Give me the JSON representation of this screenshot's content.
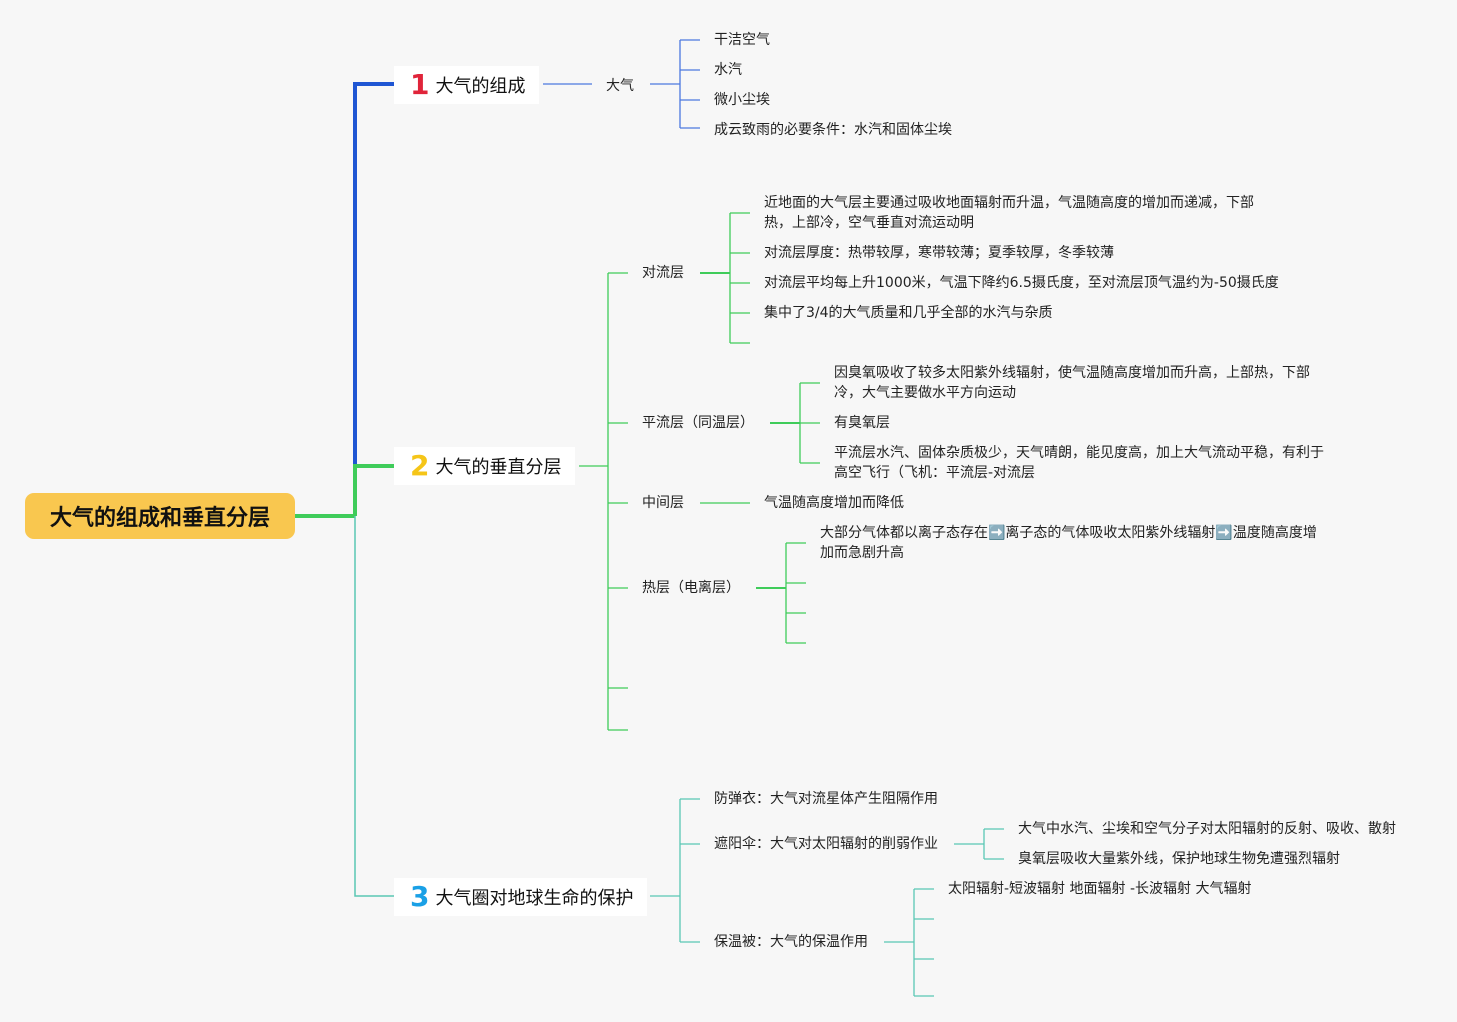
{
  "root": {
    "title": "大气的组成和垂直分层"
  },
  "colors": {
    "root": "#f9c74f",
    "branch1": "#1f56d3",
    "branch2": "#3fcc5a",
    "branch3": "#5ac7b4"
  },
  "branch1": {
    "number": "1",
    "number_color": "#e0243a",
    "title": "大气的组成",
    "topic": "大气",
    "items": [
      "干洁空气",
      "水汽",
      "微小尘埃",
      "成云致雨的必要条件：水汽和固体尘埃"
    ]
  },
  "branch2": {
    "number": "2",
    "number_color": "#f5c518",
    "title": "大气的垂直分层",
    "troposphere": {
      "label": "对流层",
      "items": [
        "近地面的大气层主要通过吸收地面辐射而升温，气温随高度的增加而递减，下部热，上部冷，空气垂直对流运动明",
        "对流层厚度：热带较厚，寒带较薄；夏季较厚，冬季较薄",
        "对流层平均每上升1000米，气温下降约6.5摄氏度，至对流层顶气温约为-50摄氏度",
        "集中了3/4的大气质量和几乎全部的水汽与杂质"
      ]
    },
    "stratosphere": {
      "label": "平流层（同温层）",
      "items": [
        "因臭氧吸收了较多太阳紫外线辐射，使气温随高度增加而升高，上部热，下部冷，大气主要做水平方向运动",
        "有臭氧层",
        "平流层水汽、固体杂质极少，天气晴朗，能见度高，加上大气流动平稳，有利于高空飞行（飞机：平流层-对流层"
      ]
    },
    "mesosphere": {
      "label": "中间层",
      "items": [
        "气温随高度增加而降低"
      ]
    },
    "thermosphere": {
      "label": "热层（电离层）",
      "items": [
        "大部分气体都以离子态存在➡️离子态的气体吸收太阳紫外线辐射➡️温度随高度增加而急剧升高"
      ]
    }
  },
  "branch3": {
    "number": "3",
    "number_color": "#1aa0e6",
    "title": "大气圈对地球生命的保护",
    "shield": {
      "label": "防弹衣：大气对流星体产生阻隔作用"
    },
    "parasol": {
      "label": "遮阳伞：大气对太阳辐射的削弱作业",
      "items": [
        "大气中水汽、尘埃和空气分子对太阳辐射的反射、吸收、散射",
        "臭氧层吸收大量紫外线，保护地球生物免遭强烈辐射"
      ]
    },
    "quilt": {
      "label": "保温被：大气的保温作用",
      "items": [
        "太阳辐射-短波辐射 地面辐射 -长波辐射 大气辐射"
      ]
    }
  }
}
